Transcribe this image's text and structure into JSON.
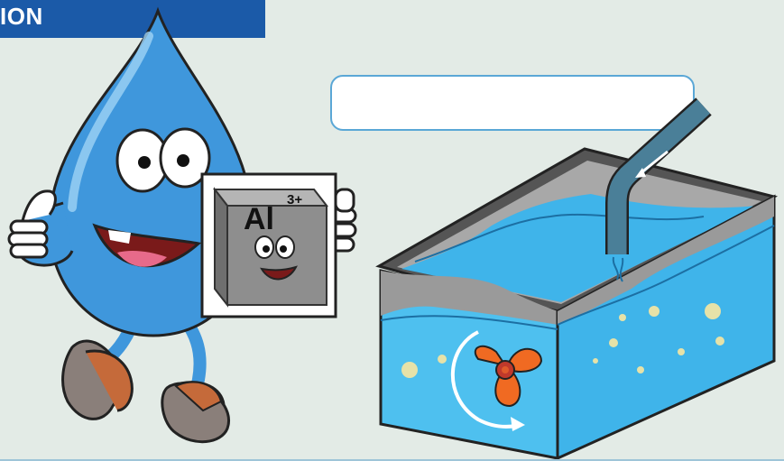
{
  "header": {
    "banner_text": "ION"
  },
  "card": {
    "element_symbol": "Al",
    "charge": "3+"
  },
  "callout": {
    "text": ""
  },
  "colors": {
    "banner": "#1b5aa8",
    "background": "#e3ebe6",
    "water": "#3fb4ea",
    "drop": "#3f97dc",
    "pipe": "#3f6f86",
    "propeller": "#f06a22",
    "callout_border": "#5aa7d6"
  },
  "icons": {
    "mascot": "water-drop-mascot",
    "cube": "aluminium-cube-icon",
    "tank": "water-tank-icon",
    "propeller": "propeller-icon",
    "arrow": "rotation-arrow-icon"
  }
}
